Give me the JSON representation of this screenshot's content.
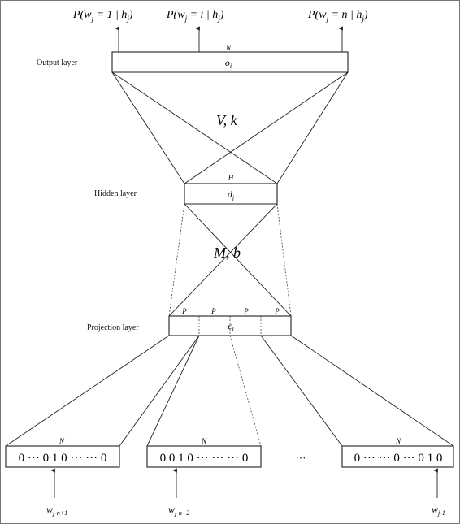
{
  "layers": {
    "output": {
      "label": "Output layer",
      "size": "N",
      "unit": "o",
      "unit_sub": "i"
    },
    "hidden": {
      "label": "Hidden layer",
      "size": "H",
      "unit": "d",
      "unit_sub": "j"
    },
    "projection": {
      "label": "Projection layer",
      "size_marks": [
        "P",
        "P",
        "P",
        "P"
      ],
      "unit": "c",
      "unit_sub": "l"
    }
  },
  "weights": {
    "upper": "V, k",
    "lower": "M, b"
  },
  "outputs": [
    {
      "pre": "P(w",
      "sub": "j",
      "mid": " = 1 | h",
      "sub2": "j",
      "post": ")"
    },
    {
      "pre": "P(w",
      "sub": "j",
      "mid": " = i | h",
      "sub2": "j",
      "post": ")"
    },
    {
      "pre": "P(w",
      "sub": "j",
      "mid": " = n | h",
      "sub2": "j",
      "post": ")"
    }
  ],
  "inputs": [
    {
      "size": "N",
      "vector": "0 ··· 0 1 0 ··· ··· 0",
      "word": "w",
      "word_sub": "j-n+1"
    },
    {
      "size": "N",
      "vector": "0 0 1 0  ··· ··· ··· 0",
      "word": "w",
      "word_sub": "j-n+2"
    },
    {
      "size": "N",
      "vector": "0 ··· ··· 0 ··· 0 1 0",
      "word": "w",
      "word_sub": "j-1"
    }
  ],
  "ellipsis": "···"
}
